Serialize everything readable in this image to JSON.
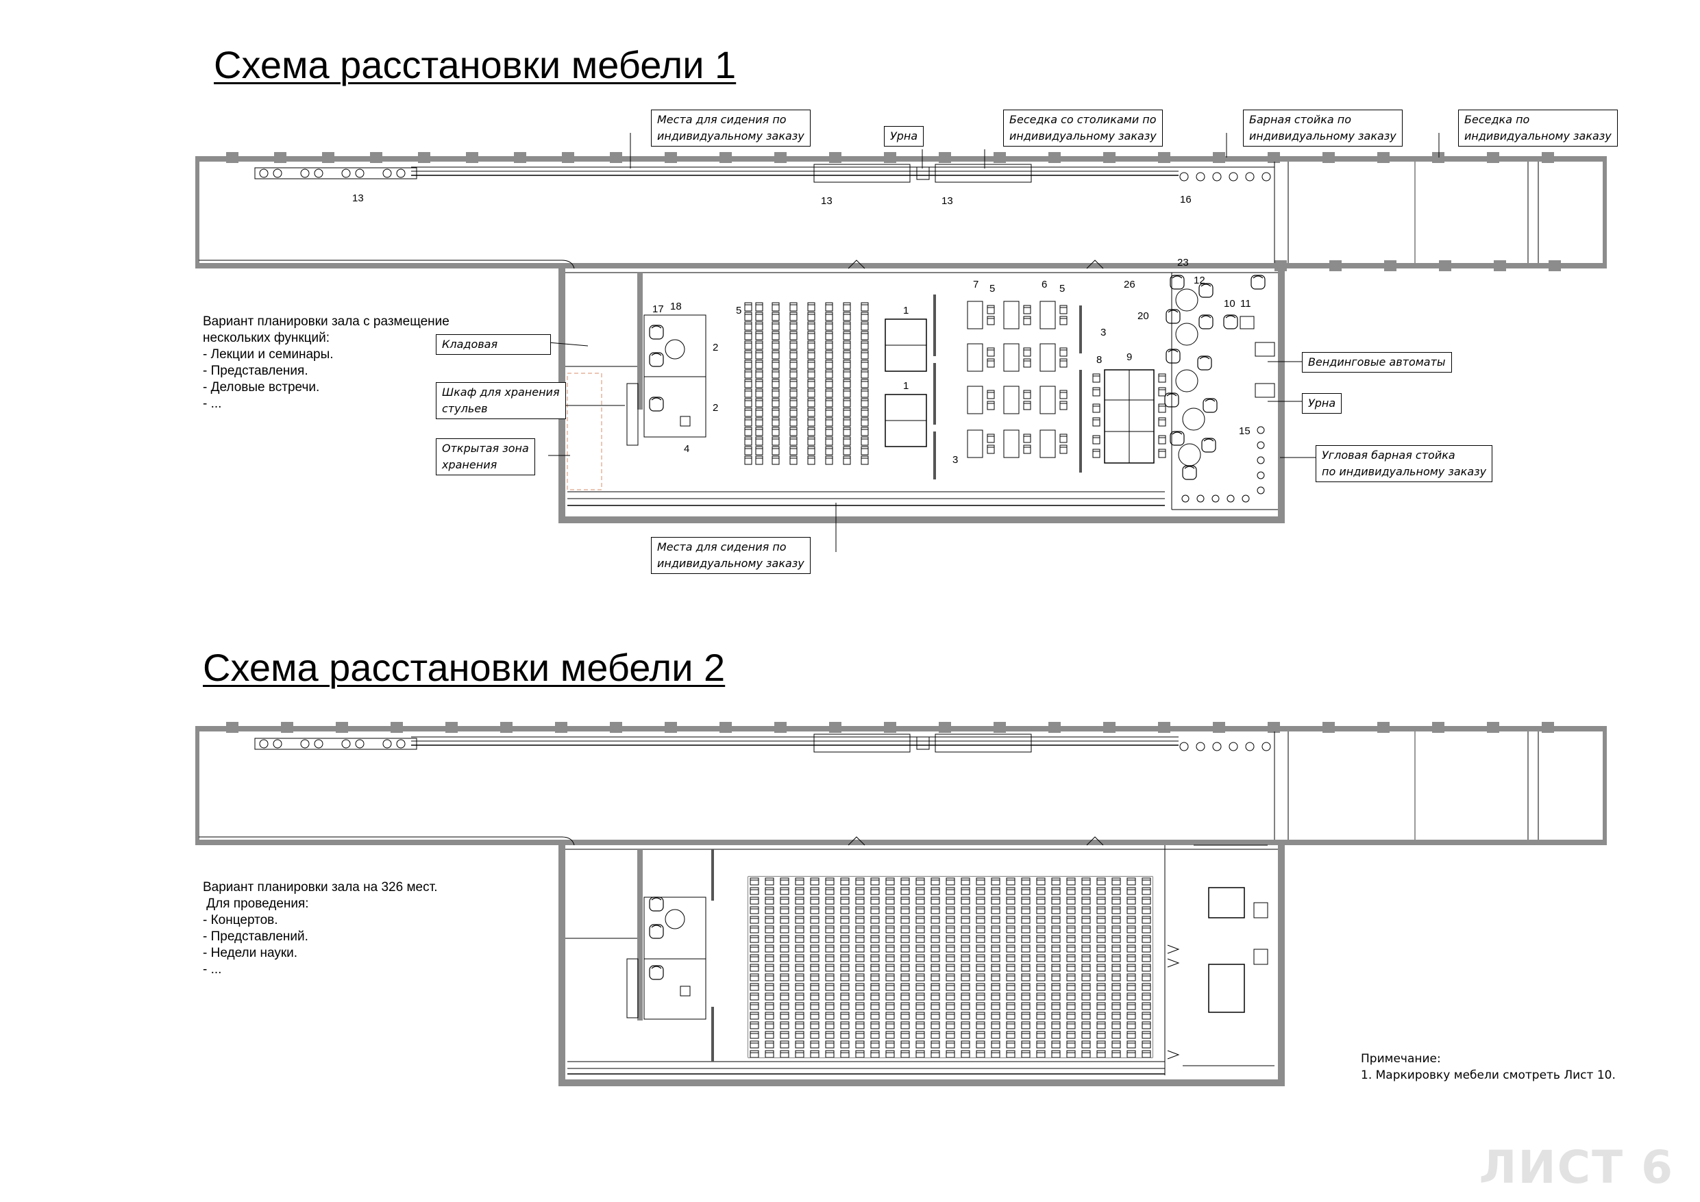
{
  "plan1": {
    "title": "Схема расстановки мебели 1",
    "description": "Вариант планировки зала с размещение\nнескольких функций:\n- Лекции и семинары.\n- Представления.\n- Деловые встречи.\n- ...",
    "callouts": {
      "seats_top": "Места для сидения по\nиндивидуальному заказу",
      "urn_top": "Урна",
      "gazebo_tables": "Беседка со столиками по\nиндивидуальному заказу",
      "bar_counter": "Барная стойка по\nиндивидуальному заказу",
      "gazebo": "Беседка по\nиндивидуальному заказу",
      "storeroom": "Кладовая",
      "chair_cabinet": "Шкаф для хранения\nстульев",
      "open_storage": "Открытая зона\nхранения",
      "seats_bottom": "Места для сидения по\nиндивидуальному заказу",
      "vending": "Вендинговые автоматы",
      "urn_right": "Урна",
      "corner_bar": "Угловая барная стойка\nпо индивидуальному заказу"
    },
    "numbers": [
      "13",
      "13",
      "13",
      "16",
      "23",
      "26",
      "12",
      "20",
      "10",
      "11",
      "17",
      "18",
      "2",
      "2",
      "4",
      "5",
      "1",
      "1",
      "3",
      "3",
      "7",
      "5",
      "6",
      "5",
      "8",
      "9",
      "15"
    ]
  },
  "plan2": {
    "title": "Схема расстановки мебели 2",
    "description": "Вариант планировки зала на 326 мест.\n Для проведения:\n- Концертов.\n- Представлений.\n- Недели науки.\n- ..."
  },
  "note": "Примечание:\n1. Маркировку мебели смотреть Лист 10.",
  "sheet_label": "ЛИСТ 6"
}
